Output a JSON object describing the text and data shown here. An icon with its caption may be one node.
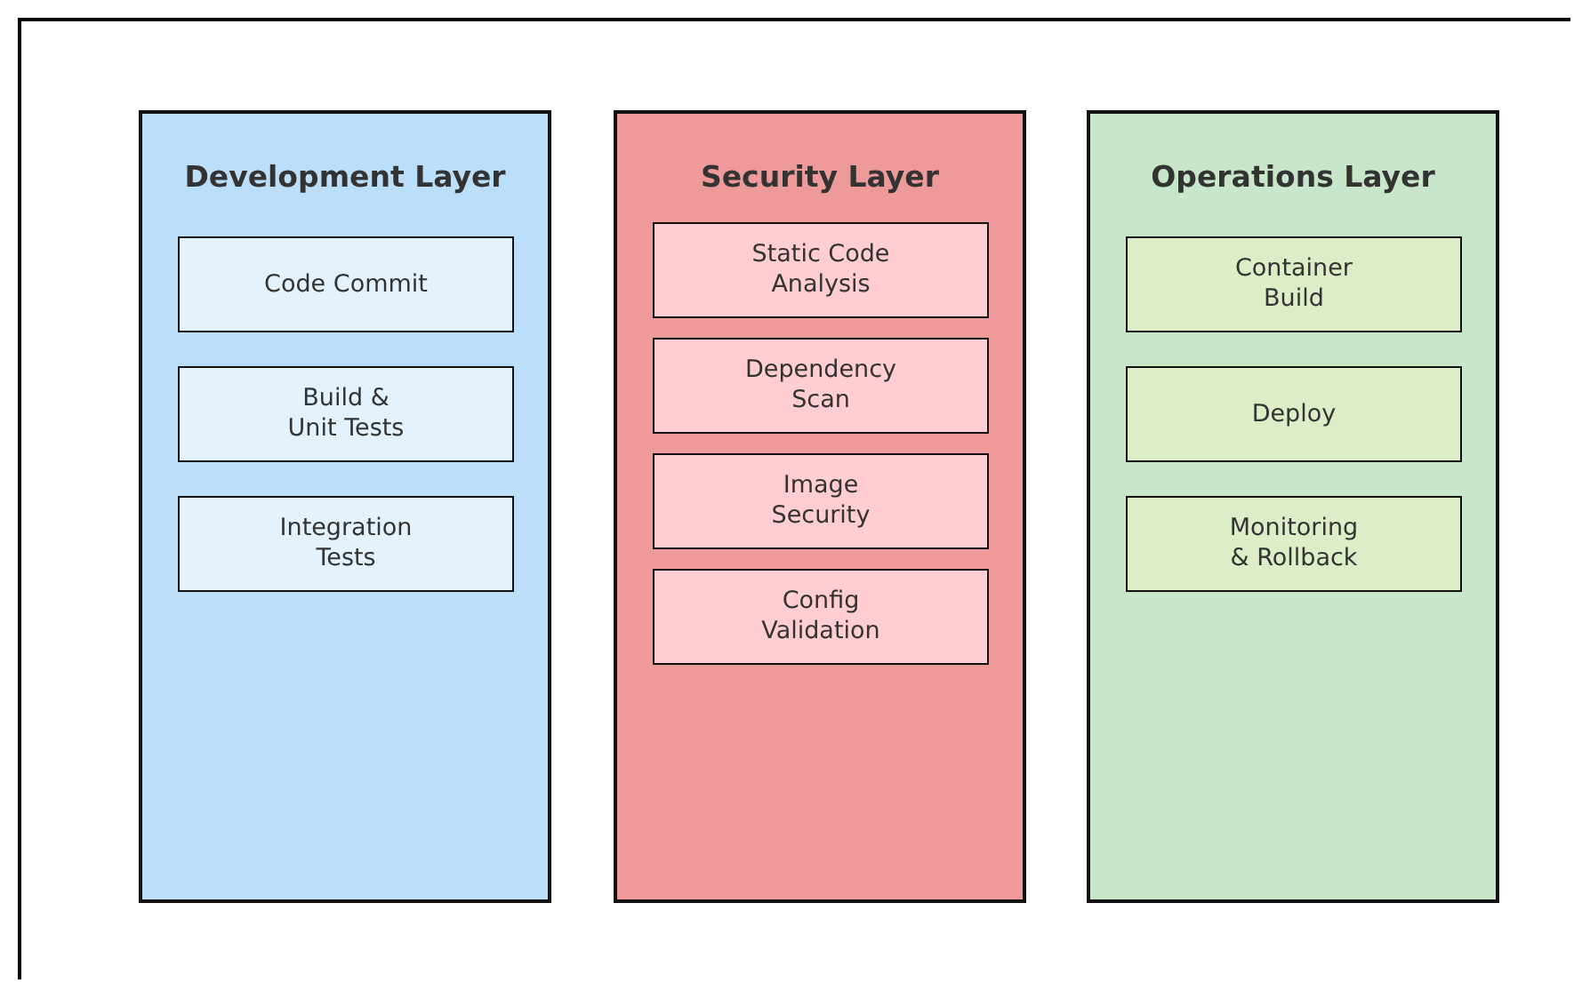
{
  "diagram": {
    "nodes": [
      {
        "text": [
          "Development Layer"
        ]
      },
      {
        "text": [
          "Code Commit"
        ],
        "in": 0
      },
      {
        "text": [
          "Build & Unit Tests"
        ],
        "in": 0
      },
      {
        "text": [
          "Integration Tests"
        ],
        "in": 0
      },
      {
        "text": [
          "Security Layer"
        ]
      },
      {
        "text": [
          "Static Code Analysis"
        ],
        "in": 4
      },
      {
        "text": [
          "Dependency Scan"
        ],
        "in": 4
      },
      {
        "text": [
          "Image Security"
        ],
        "in": 4
      },
      {
        "text": [
          "Config Validation"
        ],
        "in": 4
      },
      {
        "text": [
          "Operations Layer"
        ]
      },
      {
        "text": [
          "Container Build"
        ],
        "in": 9
      },
      {
        "text": [
          "Deploy"
        ],
        "in": 9
      },
      {
        "text": [
          "Monitoring & Rollback"
        ],
        "in": 9
      }
    ]
  }
}
